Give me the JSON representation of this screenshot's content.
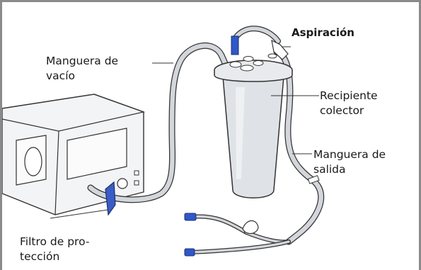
{
  "labels": {
    "suction": "Aspiración",
    "vacuum_hose": [
      "Manguera de",
      "vacío"
    ],
    "collection_container": [
      "Recipiente",
      "colector"
    ],
    "outlet_hose": [
      "Manguera de",
      "salida"
    ],
    "protection_filter": [
      "Filtro de pro-",
      "tección"
    ]
  },
  "colors": {
    "frame": "#8a8a8a",
    "line": "#333333",
    "hose": "#d3d6da",
    "container": "#dfe2e6",
    "filter": "#3b5cc4",
    "connector_blue": "#2f57c9"
  }
}
